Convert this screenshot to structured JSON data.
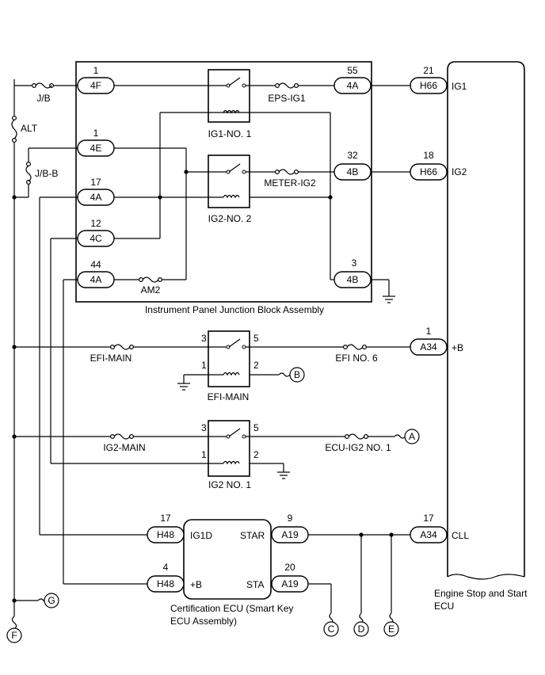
{
  "junction_block": {
    "title": "Instrument Panel Junction Block Assembly",
    "relay_ig1": "IG1-NO. 1",
    "relay_ig2": "IG2-NO. 2",
    "fuse_eps": "EPS-IG1",
    "fuse_meter": "METER-IG2",
    "fuse_am2": "AM2"
  },
  "external_fuses": {
    "jb": "J/B",
    "alt": "ALT",
    "jbb": "J/B-B",
    "efi_main": "EFI-MAIN",
    "efi_no6": "EFI NO. 6",
    "ig2_main": "IG2-MAIN",
    "ecu_ig2": "ECU-IG2 NO. 1"
  },
  "relays": {
    "efi_main": "EFI-MAIN",
    "ig2_no1": "IG2 NO. 1"
  },
  "connectors": {
    "c_4F_1": {
      "name": "4F",
      "pin": "1"
    },
    "c_4E_1": {
      "name": "4E",
      "pin": "1"
    },
    "c_4A_17": {
      "name": "4A",
      "pin": "17"
    },
    "c_4C_12": {
      "name": "4C",
      "pin": "12"
    },
    "c_4A_44": {
      "name": "4A",
      "pin": "44"
    },
    "c_4A_55": {
      "name": "4A",
      "pin": "55"
    },
    "c_4B_32": {
      "name": "4B",
      "pin": "32"
    },
    "c_4B_3": {
      "name": "4B",
      "pin": "3"
    },
    "c_H66_21": {
      "name": "H66",
      "pin": "21"
    },
    "c_H66_18": {
      "name": "H66",
      "pin": "18"
    },
    "c_A34_1": {
      "name": "A34",
      "pin": "1"
    },
    "c_A34_17": {
      "name": "A34",
      "pin": "17"
    },
    "c_H48_17": {
      "name": "H48",
      "pin": "17"
    },
    "c_H48_4": {
      "name": "H48",
      "pin": "4"
    },
    "c_A19_9": {
      "name": "A19",
      "pin": "9"
    },
    "c_A19_20": {
      "name": "A19",
      "pin": "20"
    }
  },
  "relay_pins": {
    "efi_p3": "3",
    "efi_p5": "5",
    "efi_p1": "1",
    "efi_p2": "2",
    "ig2_p3": "3",
    "ig2_p5": "5",
    "ig2_p1": "1",
    "ig2_p2": "2"
  },
  "engine_ecu": {
    "label_line1": "Engine Stop and Start",
    "label_line2": "ECU",
    "ig1": "IG1",
    "ig2": "IG2",
    "plus_b": "+B",
    "cll": "CLL"
  },
  "cert_ecu": {
    "label_line1": "Certification ECU (Smart Key",
    "label_line2": "ECU Assembly)",
    "ig1d": "IG1D",
    "plus_b": "+B",
    "star": "STAR",
    "sta": "STA"
  },
  "references": {
    "a": "A",
    "b": "B",
    "c": "C",
    "d": "D",
    "e": "E",
    "f": "F",
    "g": "G"
  }
}
